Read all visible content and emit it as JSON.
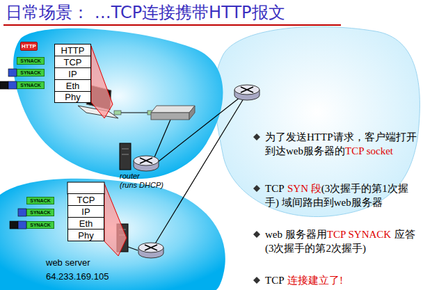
{
  "diagram": {
    "title": "日常场景： …TCP连接携带HTTP报文",
    "nodes": [
      {
        "text": [
          "HTTP"
        ]
      },
      {
        "text": [
          "TCP"
        ]
      },
      {
        "text": [
          "IP"
        ]
      },
      {
        "text": [
          "Eth"
        ]
      },
      {
        "text": [
          "Phy"
        ]
      },
      {
        "text": [
          "HTTP"
        ]
      },
      {
        "text": [
          "SYNACK"
        ]
      },
      {
        "text": [
          "SYNACK"
        ]
      },
      {
        "text": [
          "SYNACK"
        ]
      },
      {
        "text": [
          "TCP"
        ]
      },
      {
        "text": [
          "IP"
        ]
      },
      {
        "text": [
          "Eth"
        ]
      },
      {
        "text": [
          "Phy"
        ]
      },
      {
        "text": [
          "SYNACK"
        ]
      },
      {
        "text": [
          "SYNACK"
        ]
      },
      {
        "text": [
          "SYNACK"
        ]
      }
    ],
    "labels": [
      "router",
      "(runs DHCP)",
      "web server",
      "64.233.169.105",
      "为了发送HTTP请求，客户端打开到达web服务器的",
      "TCP socket",
      "TCP",
      "SYN 段",
      "(3次握手的第1次握手) 域间路由到web服务器",
      "web 服务器用",
      "TCP SYNACK",
      "应答(3次握手的第2次握手)",
      "TCP",
      "连接建立了!"
    ]
  }
}
